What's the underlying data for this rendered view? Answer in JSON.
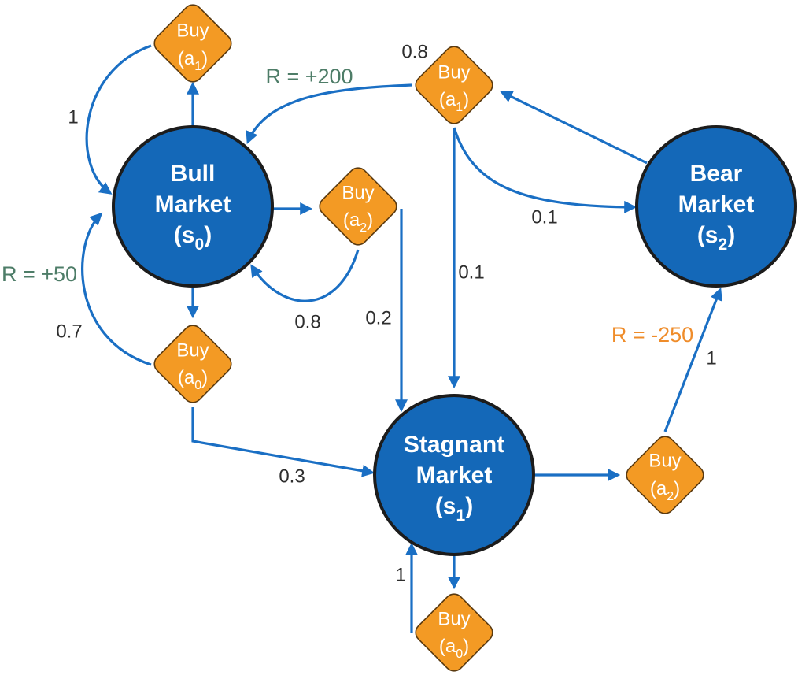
{
  "colors": {
    "state_fill": "#1468b8",
    "action_fill": "#f39a24",
    "edge": "#1a6fc4",
    "reward_positive": "#4e7d68",
    "reward_negative": "#ef8c2a"
  },
  "states": {
    "s0": {
      "line1": "Bull",
      "line2": "Market",
      "sub_base": "(s",
      "sub_index": "0",
      "sub_close": ")"
    },
    "s1": {
      "line1": "Stagnant",
      "line2": "Market",
      "sub_base": "(s",
      "sub_index": "1",
      "sub_close": ")"
    },
    "s2": {
      "line1": "Bear",
      "line2": "Market",
      "sub_base": "(s",
      "sub_index": "2",
      "sub_close": ")"
    }
  },
  "actions": {
    "s0_a1": {
      "label": "Buy",
      "sub_base": "(a",
      "sub_index": "1",
      "sub_close": ")"
    },
    "s0_a2": {
      "label": "Buy",
      "sub_base": "(a",
      "sub_index": "2",
      "sub_close": ")"
    },
    "s0_a0": {
      "label": "Buy",
      "sub_base": "(a",
      "sub_index": "0",
      "sub_close": ")"
    },
    "s2_a1": {
      "label": "Buy",
      "sub_base": "(a",
      "sub_index": "1",
      "sub_close": ")"
    },
    "s1_a2": {
      "label": "Buy",
      "sub_base": "(a",
      "sub_index": "2",
      "sub_close": ")"
    },
    "s1_a0": {
      "label": "Buy",
      "sub_base": "(a",
      "sub_index": "0",
      "sub_close": ")"
    }
  },
  "probabilities": {
    "s0_a1_to_s0": "1",
    "s0_a0_to_s0": "0.7",
    "s0_a2_to_s0": "0.8",
    "s0_a2_to_s1": "0.2",
    "s0_a0_to_s1": "0.3",
    "s2_a1_to_s0": "0.8",
    "s2_a1_to_s1": "0.1",
    "s2_a1_to_s2": "0.1",
    "s1_a2_to_s2": "1",
    "s1_a0_to_s1": "1"
  },
  "rewards": {
    "s2_a1_to_s0": "R = +200",
    "s0_a0_to_s0": "R = +50",
    "s1_a2_to_s2": "R = -250"
  }
}
